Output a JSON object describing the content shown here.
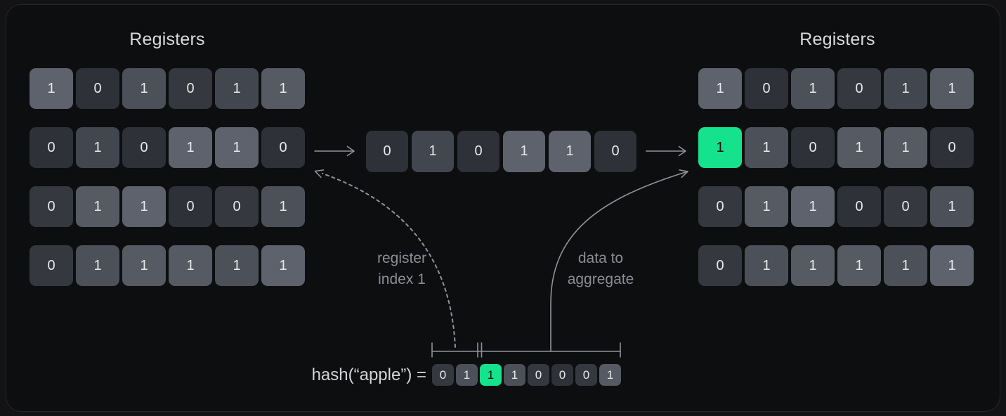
{
  "colors": {
    "accent": "#15e28c",
    "line": "#90939a",
    "label_text": "#8a8d93",
    "title_text": "#d9dadd",
    "digit_text": "#e9eaeb",
    "panel_bg": "#0d0e10",
    "panel_border": "#26272b",
    "page_bg": "#131315"
  },
  "left_registers": {
    "title": "Registers",
    "rows": [
      [
        {
          "v": "1",
          "t": "l2"
        },
        {
          "v": "0",
          "t": "d1"
        },
        {
          "v": "1",
          "t": "m2"
        },
        {
          "v": "0",
          "t": "d2"
        },
        {
          "v": "1",
          "t": "m1"
        },
        {
          "v": "1",
          "t": "l1"
        }
      ],
      [
        {
          "v": "0",
          "t": "d1"
        },
        {
          "v": "1",
          "t": "m1"
        },
        {
          "v": "0",
          "t": "d1"
        },
        {
          "v": "1",
          "t": "l2"
        },
        {
          "v": "1",
          "t": "l2"
        },
        {
          "v": "0",
          "t": "d1"
        }
      ],
      [
        {
          "v": "0",
          "t": "d2"
        },
        {
          "v": "1",
          "t": "l1"
        },
        {
          "v": "1",
          "t": "l2"
        },
        {
          "v": "0",
          "t": "d1"
        },
        {
          "v": "0",
          "t": "d2"
        },
        {
          "v": "1",
          "t": "m2"
        }
      ],
      [
        {
          "v": "0",
          "t": "d2"
        },
        {
          "v": "1",
          "t": "m2"
        },
        {
          "v": "1",
          "t": "l1"
        },
        {
          "v": "1",
          "t": "l1"
        },
        {
          "v": "1",
          "t": "m2"
        },
        {
          "v": "1",
          "t": "l2"
        }
      ]
    ]
  },
  "right_registers": {
    "title": "Registers",
    "rows": [
      [
        {
          "v": "1",
          "t": "l2"
        },
        {
          "v": "0",
          "t": "d1"
        },
        {
          "v": "1",
          "t": "m2"
        },
        {
          "v": "0",
          "t": "d2"
        },
        {
          "v": "1",
          "t": "m1"
        },
        {
          "v": "1",
          "t": "l1"
        }
      ],
      [
        {
          "v": "1",
          "t": "m2",
          "highlight": true
        },
        {
          "v": "1",
          "t": "m2"
        },
        {
          "v": "0",
          "t": "d1"
        },
        {
          "v": "1",
          "t": "l1"
        },
        {
          "v": "1",
          "t": "l1"
        },
        {
          "v": "0",
          "t": "d1"
        }
      ],
      [
        {
          "v": "0",
          "t": "d2"
        },
        {
          "v": "1",
          "t": "l1"
        },
        {
          "v": "1",
          "t": "l2"
        },
        {
          "v": "0",
          "t": "d1"
        },
        {
          "v": "0",
          "t": "d2"
        },
        {
          "v": "1",
          "t": "m2"
        }
      ],
      [
        {
          "v": "0",
          "t": "d2"
        },
        {
          "v": "1",
          "t": "m2"
        },
        {
          "v": "1",
          "t": "l1"
        },
        {
          "v": "1",
          "t": "l1"
        },
        {
          "v": "1",
          "t": "m2"
        },
        {
          "v": "1",
          "t": "l2"
        }
      ]
    ]
  },
  "middle_row": {
    "cells": [
      {
        "v": "0",
        "t": "d1"
      },
      {
        "v": "1",
        "t": "m1"
      },
      {
        "v": "0",
        "t": "d1"
      },
      {
        "v": "1",
        "t": "l2"
      },
      {
        "v": "1",
        "t": "l2"
      },
      {
        "v": "0",
        "t": "d1"
      }
    ]
  },
  "hash": {
    "label": "hash(“apple”) =",
    "bits": [
      {
        "v": "0",
        "t": "d2"
      },
      {
        "v": "1",
        "t": "m2"
      },
      {
        "v": "1",
        "t": "m2",
        "highlight": true
      },
      {
        "v": "1",
        "t": "m2"
      },
      {
        "v": "0",
        "t": "d2"
      },
      {
        "v": "0",
        "t": "d1"
      },
      {
        "v": "0",
        "t": "d2"
      },
      {
        "v": "1",
        "t": "l1"
      }
    ]
  },
  "annotations": {
    "register_index": {
      "lines": [
        "register",
        "index 1"
      ]
    },
    "data_to_aggregate": {
      "lines": [
        "data to",
        "aggregate"
      ]
    }
  }
}
